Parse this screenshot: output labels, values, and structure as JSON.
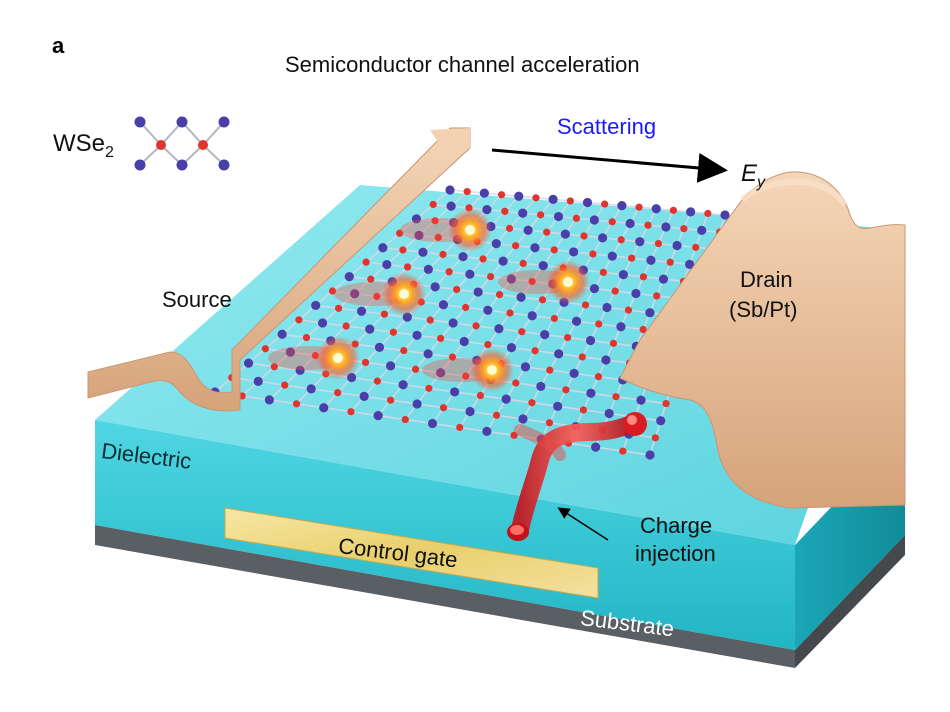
{
  "figure": {
    "panel_letter": "a",
    "title": "Semiconductor channel acceleration"
  },
  "labels": {
    "material": "WSe",
    "material_subscript": "2",
    "scattering": "Scattering",
    "field_symbol": "E",
    "field_subscript": "y",
    "source": "Source",
    "drain": "Drain",
    "drain_material": "(Sb/Pt)",
    "dielectric": "Dielectric",
    "control_gate": "Control gate",
    "charge": "Charge",
    "injection": "injection",
    "substrate": "Substrate"
  },
  "colors": {
    "selenium_atom": "#4a3fa8",
    "tungsten_atom": "#e0342d",
    "dielectric": "#2cc6d4",
    "substrate": "#555a5e",
    "electrode": "#e9bf9a",
    "gate": "#f0dc8a",
    "scattering_text": "#1a1aff"
  }
}
